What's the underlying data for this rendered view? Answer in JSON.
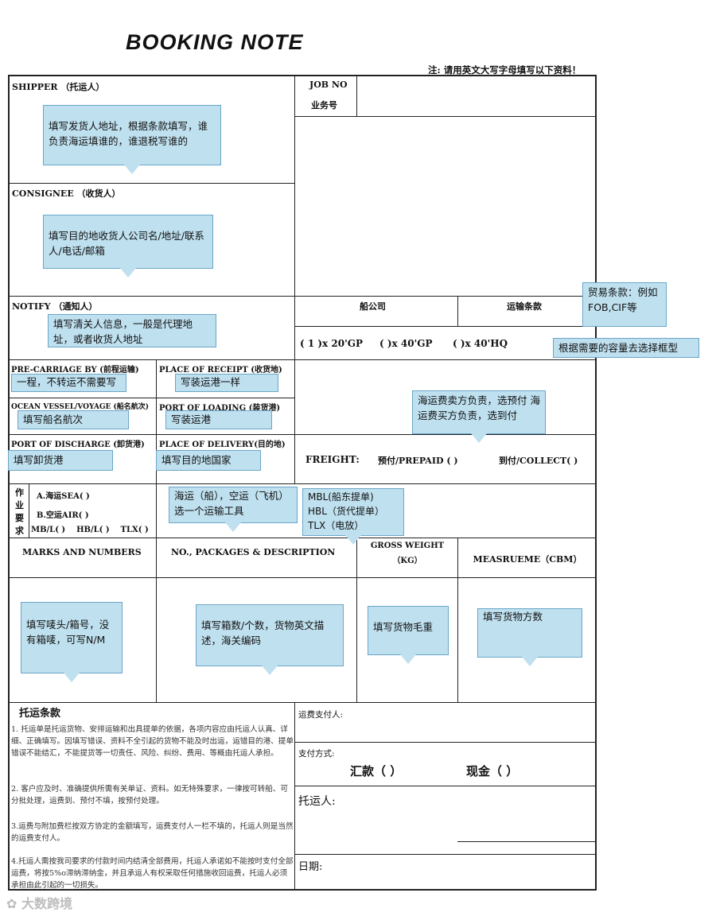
{
  "title": "BOOKING NOTE",
  "top_note": "注: 请用英文大写字母填写以下资料！",
  "fields": {
    "shipper": "SHIPPER （托运人）",
    "job_no": "JOB NO",
    "job_no_cn": "业务号",
    "consignee": "CONSIGNEE （收货人）",
    "notify": "NOTIFY （通知人）",
    "carrier": "船公司",
    "terms": "运输条款",
    "containers": [
      "( 1 )x 20'GP",
      "( )x 40'GP",
      "( )x 40'HQ"
    ],
    "pre_carriage": "PRE-CARRIAGE BY (前程运输)",
    "place_receipt": "PLACE OF RECEIPT (收货地)",
    "ocean_vessel": "OCEAN VESSEL/VOYAGE (船名航次)",
    "port_loading": "PORT OF LOADING (装货港)",
    "port_discharge": "PORT OF DISCHARGE (卸货港)",
    "place_delivery": "PLACE OF DELIVERY(目的地)",
    "freight": "FREIGHT:",
    "prepaid": "预付/PREPAID ( )",
    "collect": "到付/COLLECT( )",
    "req_label": [
      "作",
      "业",
      "要",
      "求"
    ],
    "sea": "A.海运SEA( )",
    "air": "B.空运AIR( )",
    "bl_types": "MB/L( )    HB/L( )    TLX( )",
    "marks": "MARKS AND NUMBERS",
    "packages": "NO., PACKAGES & DESCRIPTION",
    "gross_weight": "GROSS WEIGHT",
    "kg": "（KG）",
    "measure": "MEASRUEME（CBM）"
  },
  "callouts": {
    "shipper": "填写发货人地址，根据条款填写，谁负责海运填谁的，谁退税写谁的",
    "consignee": "填写目的地收货人公司名/地址/联系人/电话/邮箱",
    "notify": "填写清关人信息，一般是代理地址，或者收货人地址",
    "trade_terms": "贸易条款：例如FOB,CIF等",
    "container": "根据需要的容量去选择框型",
    "pre_carriage": "一程，不转运不需要写",
    "receipt": "写装运港一样",
    "freight": "海运费卖方负责，选预付 海运费买方负责，选到付",
    "vessel": "填写船名航次",
    "loading": "写装运港",
    "discharge": "填写卸货港",
    "delivery": "填写目的地国家",
    "transport": "海运（船），空运（飞机）选一个运输工具",
    "bl": [
      "MBL(船东提单)",
      "HBL（货代提单）",
      "TLX（电放）"
    ],
    "marks": "填写唛头/箱号，没有箱唛，可写N/M",
    "packages": "填写箱数/个数，货物英文描述，海关编码",
    "weight": "填写货物毛重",
    "volume": "填写货物方数"
  },
  "terms": {
    "heading": "托运条款",
    "items": [
      "1. 托运单是托运货物、安排运输和出具提单的依据，各项内容应由托运人认真、详细、正确填写。因填写错误、资料不全引起的货物不能及时出运，运错目的港、提单错误不能结汇，不能提货等一切责任、风险、纠纷、费用、等概由托运人承担。",
      "2. 客户应及时、准确提供所需有关单证、资料。如无特殊要求，一律按可转船、可分批处理，运费到、预付不填，按预付处理。",
      "3.运费与附加费栏按双方协定的金额填写，运费支付人一栏不填的，托运人则是当然的运费支付人。",
      "4.托运人需按我司要求的付款时间内结清全部费用，托运人承诺如不能按时支付全部运费，将按5%o滞纳滞纳金，并且承运人有权采取任何措施收回运费，托运人必须承担由此引起的一切损失。"
    ]
  },
  "payment": {
    "payer": "运费支付人:",
    "method": "支付方式:",
    "remit": "汇款（ ）",
    "cash": "现金（ ）",
    "shipper": "托运人:",
    "date": "日期:"
  },
  "watermark": "大数跨境"
}
